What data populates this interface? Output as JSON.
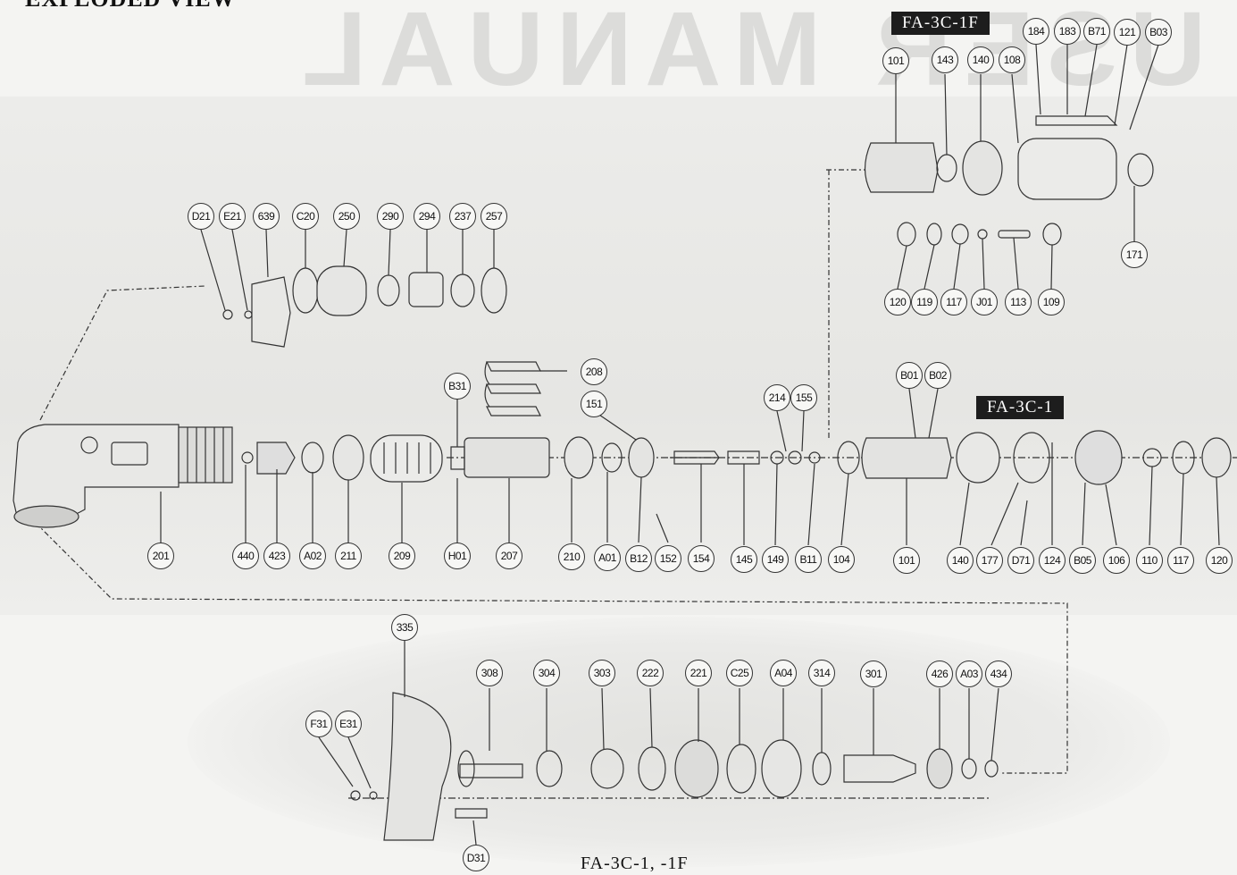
{
  "heading": "EXPLODED VIEW",
  "watermark": "USER MANUAL",
  "models": {
    "upper_right": "FA-3C-1F",
    "middle_right": "FA-3C-1"
  },
  "caption": "FA-3C-1, -1F",
  "callouts": {
    "top_group": [
      "184",
      "183",
      "B71",
      "121",
      "B03",
      "101",
      "143",
      "140",
      "108",
      "171",
      "120",
      "119",
      "117",
      "J01",
      "113",
      "109"
    ],
    "upper_left_group": [
      "D21",
      "E21",
      "639",
      "C20",
      "250",
      "290",
      "294",
      "237",
      "257"
    ],
    "main_row_upper": [
      "208",
      "B31",
      "151",
      "214",
      "155",
      "B01",
      "B02"
    ],
    "main_row": [
      "201",
      "440",
      "423",
      "A02",
      "211",
      "209",
      "H01",
      "207",
      "210",
      "A01",
      "B12",
      "152",
      "154",
      "145",
      "149",
      "B11",
      "104",
      "101",
      "140",
      "177",
      "D71",
      "124",
      "B05",
      "106",
      "110",
      "117",
      "120"
    ],
    "bottom_group": [
      "335",
      "308",
      "304",
      "303",
      "222",
      "221",
      "C25",
      "A04",
      "314",
      "301",
      "426",
      "A03",
      "434",
      "F31",
      "E31",
      "D31"
    ]
  },
  "colors": {
    "line": "#333333",
    "label_bg": "#1d1d1d",
    "label_text": "#ffffff"
  }
}
